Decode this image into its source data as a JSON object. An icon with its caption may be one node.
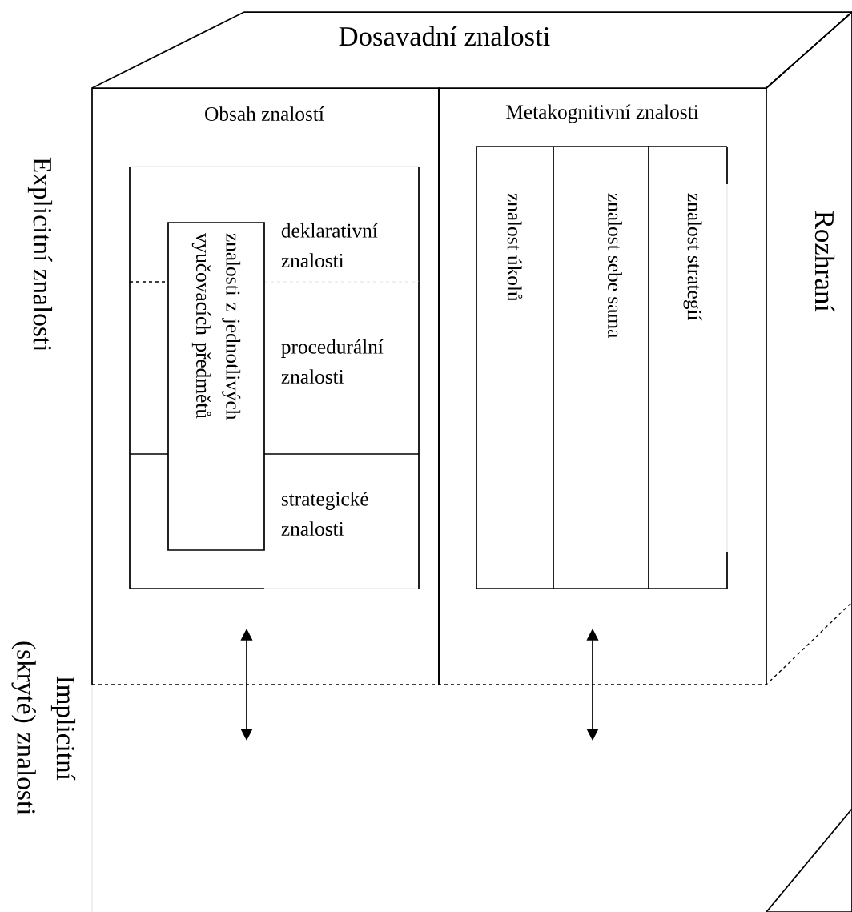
{
  "diagram": {
    "nodes": [
      {
        "text": [
          "Dosavadní znalosti"
        ]
      },
      {
        "text": [
          "Rozhraní"
        ]
      },
      {
        "text": [
          "Obsah znalostí"
        ]
      },
      {
        "text": [
          "Metakognitivní znalosti"
        ]
      },
      {
        "text": [
          "deklarativní znalosti"
        ],
        "in": 2
      },
      {
        "text": [
          "procedurální znalosti"
        ],
        "in": 2
      },
      {
        "text": [
          "strategické znalosti"
        ],
        "in": 2
      },
      {
        "text": [
          "znalosti z jednotlivých vyučovacích předmětů"
        ],
        "in": 2
      },
      {
        "text": [
          "znalost úkolů"
        ],
        "in": 3
      },
      {
        "text": [
          "znalost sebe sama"
        ],
        "in": 3
      },
      {
        "text": [
          "znalost strategií"
        ],
        "in": 3
      }
    ],
    "edges": [],
    "labels": [
      "Explicitní znalosti",
      "Implicitní (skryté) znalosti"
    ]
  }
}
